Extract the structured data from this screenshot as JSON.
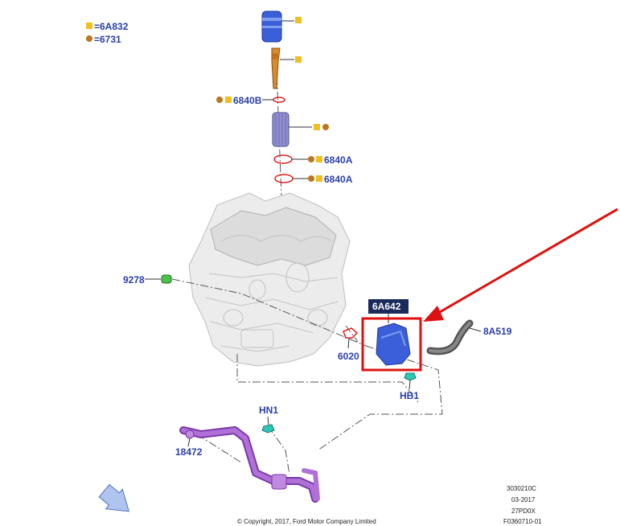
{
  "legend": {
    "square_code": "=6A832",
    "dot_code": "=6731"
  },
  "callouts": {
    "c6840B": "6840B",
    "c6840A_1": "6840A",
    "c6840A_2": "6840A",
    "c9278": "9278",
    "c6A642": "6A642",
    "c8A519": "8A519",
    "c6020": "6020",
    "cHB1": "HB1",
    "cHN1": "HN1",
    "c18472": "18472"
  },
  "reference": {
    "line1": "3030210C",
    "line2": "03-2017",
    "line3": "27PD0X",
    "line4": "F0360710-01"
  },
  "copyright": "© Copyright, 2017, Ford Motor Company Limited",
  "colors": {
    "label_blue": "#2b3fa8",
    "square_yellow": "#f0c020",
    "dot_brown": "#b87820",
    "highlight_red": "#dd1111",
    "part_blue": "#3a5fd8",
    "tube_purple": "#b070d8"
  }
}
